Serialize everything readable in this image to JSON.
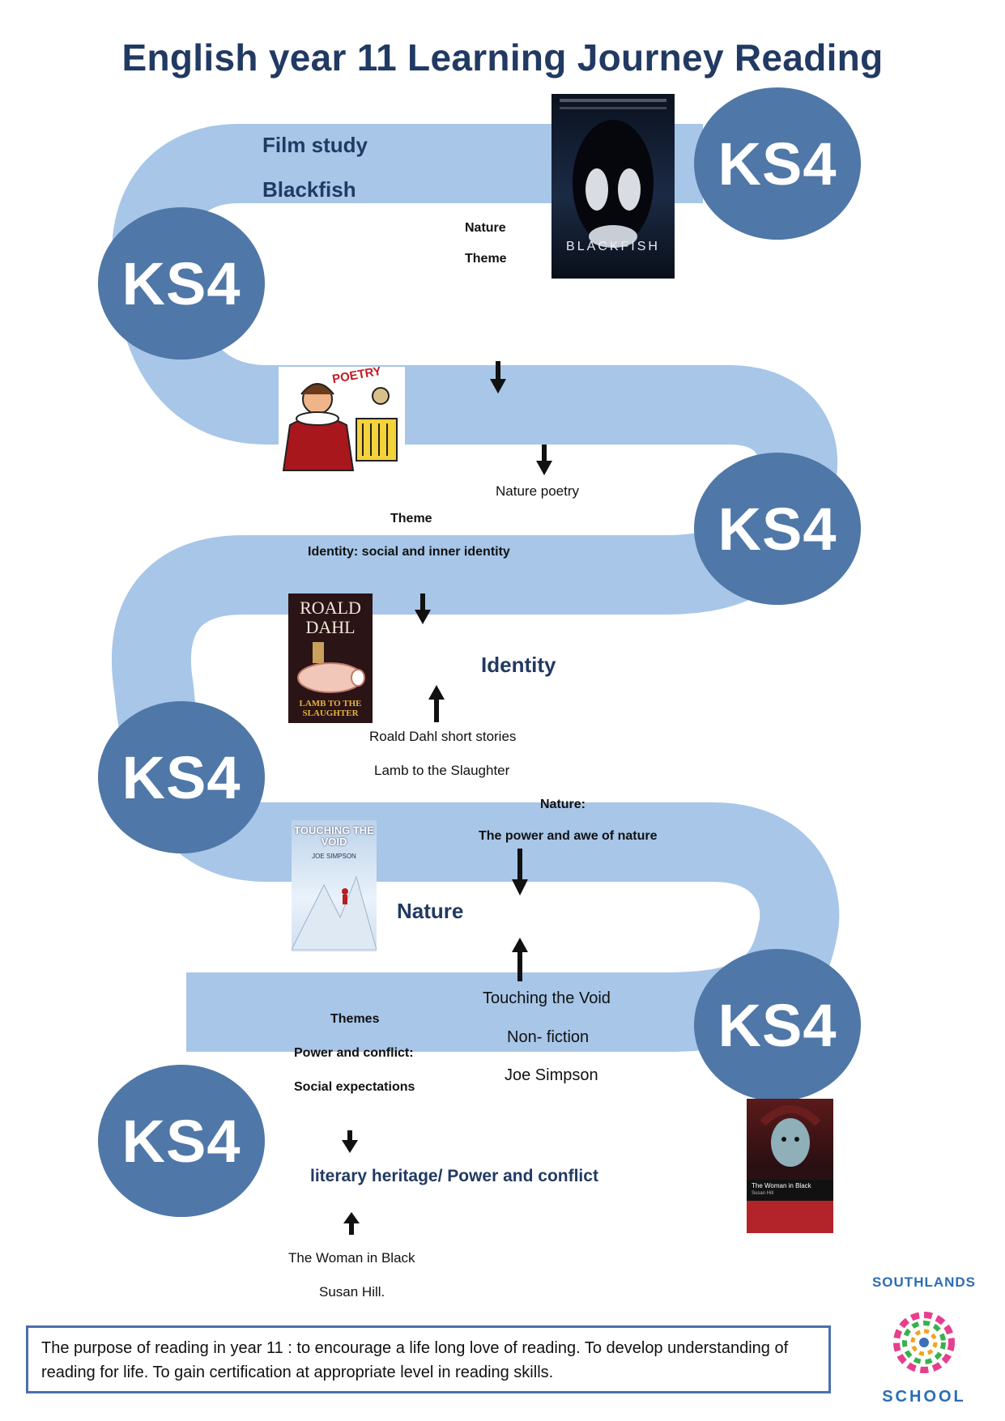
{
  "title": "English year 11 Learning Journey Reading",
  "stage_badge": "KS4",
  "colors": {
    "path": "#a7c6e8",
    "badge": "#4f77a8",
    "title": "#213a63",
    "box_border": "#4a6fae"
  },
  "stages": [
    {
      "topic_label": "Film study",
      "text_label": "Blackfish",
      "theme_label": "Theme",
      "theme_value": "Nature",
      "cover": {
        "title": "BLACKFISH",
        "icon": "orca-poster"
      }
    },
    {
      "text_label": "Nature poetry",
      "theme_label": "Theme",
      "theme_value": "Identity: social and inner identity",
      "cover": {
        "word": "POETRY",
        "icon": "poet-cartoon"
      }
    },
    {
      "theme_heading": "Identity",
      "text_label": "Roald Dahl short stories",
      "subtitle": "Lamb to the Slaughter",
      "theme_label": "Nature:",
      "theme_value": "The power and awe of nature",
      "cover": {
        "author": "ROALD DAHL",
        "title": "LAMB TO THE SLAUGHTER",
        "icon": "book-cover"
      }
    },
    {
      "theme_heading": "Nature",
      "text_label": "Touching the Void",
      "genre": "Non- fiction",
      "author": "Joe Simpson",
      "theme_label": "Themes",
      "theme_value1": "Power and conflict:",
      "theme_value2": "Social expectations",
      "cover": {
        "title": "TOUCHING THE VOID",
        "author": "JOE SIMPSON",
        "icon": "climber-cover"
      }
    },
    {
      "theme_heading": "literary heritage/  Power and conflict",
      "text_label": "The Woman in Black",
      "author": "Susan Hill.",
      "cover": {
        "title": "The Woman in Black",
        "author": "Susan Hill",
        "icon": "book-cover"
      }
    }
  ],
  "purpose": "The purpose of reading in year 11 : to encourage a life long love of reading. To develop understanding of reading for life. To gain certification at appropriate level in reading skills.",
  "logo": {
    "top": "SOUTHLANDS",
    "bottom": "SCHOOL",
    "icon": "school-logo"
  }
}
